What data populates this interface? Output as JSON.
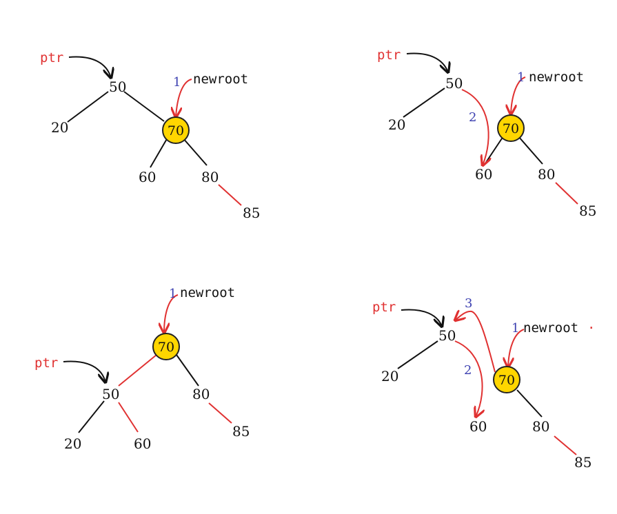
{
  "colors": {
    "black": "#111111",
    "red": "#e03131",
    "blue": "#3b3fb0",
    "node_fill": "#ffd600",
    "node_stroke": "#222222"
  },
  "labels": {
    "ptr": "ptr",
    "newroot": "newroot",
    "step1": "1",
    "step2": "2",
    "step3": "3"
  },
  "panels": [
    {
      "nodes": {
        "n50": "50",
        "n20": "20",
        "n70": "70",
        "n60": "60",
        "n80": "80",
        "n85": "85"
      }
    },
    {
      "nodes": {
        "n50": "50",
        "n20": "20",
        "n70": "70",
        "n60": "60",
        "n80": "80",
        "n85": "85"
      }
    },
    {
      "nodes": {
        "n70": "70",
        "n50": "50",
        "n80": "80",
        "n20": "20",
        "n60": "60",
        "n85": "85"
      }
    },
    {
      "nodes": {
        "n50": "50",
        "n20": "20",
        "n70": "70",
        "n60": "60",
        "n80": "80",
        "n85": "85"
      }
    }
  ]
}
